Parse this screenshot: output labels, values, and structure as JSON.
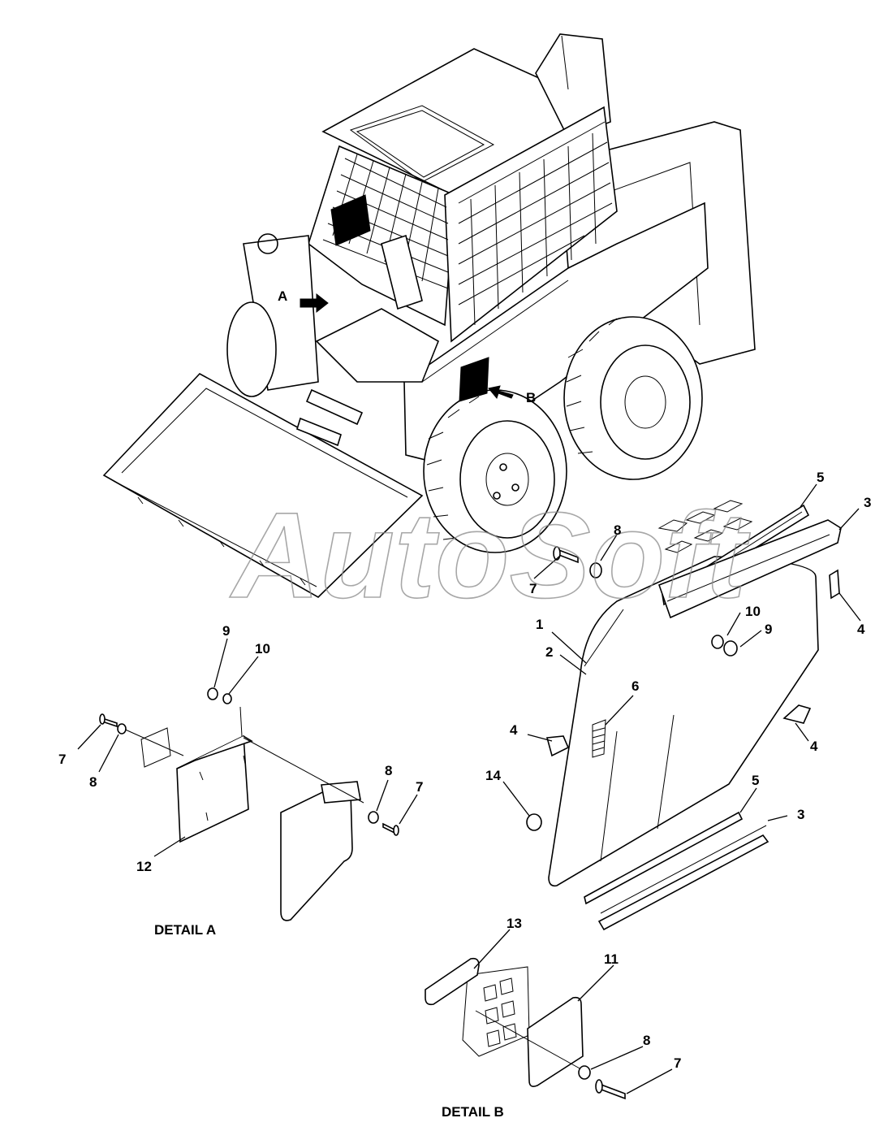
{
  "watermark": "AutoSoft",
  "captions": {
    "detail_a": "DETAIL A",
    "detail_b": "DETAIL B"
  },
  "view_markers": {
    "a": "A",
    "b": "B"
  },
  "callouts": {
    "door_5_top": "5",
    "door_3_top": "3",
    "door_8": "8",
    "door_7": "7",
    "door_10": "10",
    "door_9": "9",
    "door_4_right": "4",
    "door_1": "1",
    "door_2": "2",
    "door_6": "6",
    "door_4_left": "4",
    "door_4_mid": "4",
    "door_14": "14",
    "door_5_bottom": "5",
    "door_3_bottom": "3",
    "a_9": "9",
    "a_10": "10",
    "a_7_left": "7",
    "a_8_left": "8",
    "a_12": "12",
    "a_8_right": "8",
    "a_7_right": "7",
    "b_13": "13",
    "b_11": "11",
    "b_8": "8",
    "b_7": "7"
  }
}
